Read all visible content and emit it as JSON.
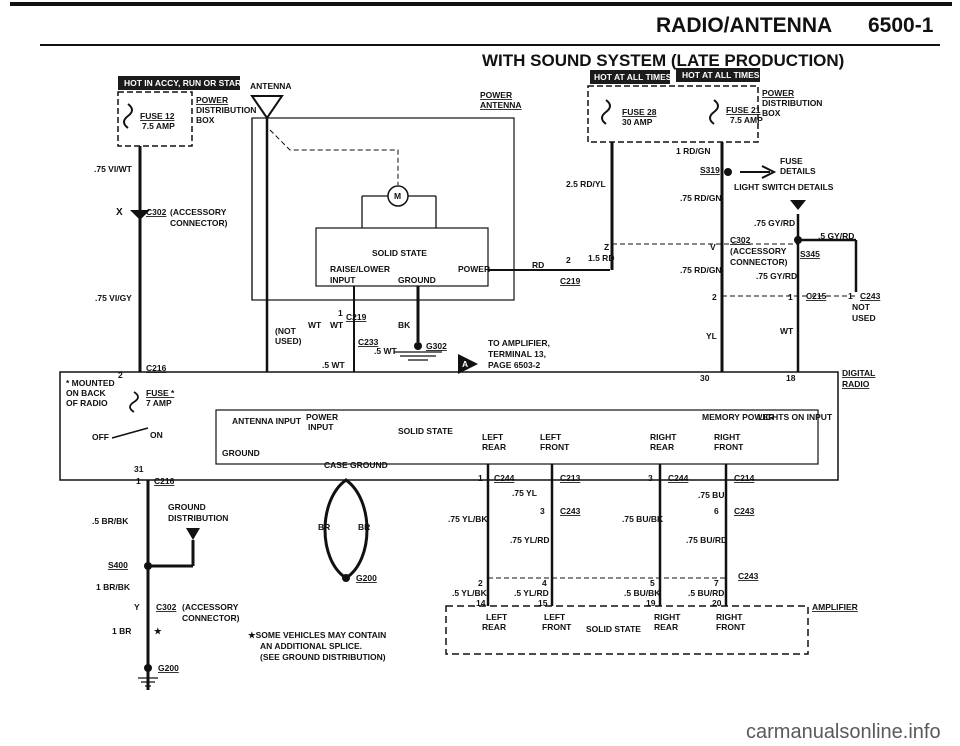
{
  "header": {
    "title": "RADIO/ANTENNA",
    "page": "6500-1",
    "subtitle": "WITH SOUND SYSTEM (LATE PRODUCTION)"
  },
  "tags": {
    "hot_accy": "HOT IN ACCY, RUN OR START",
    "hot_all_1": "HOT AT ALL TIMES",
    "hot_all_2": "HOT AT ALL TIMES"
  },
  "left_fuse": {
    "power": "POWER",
    "distribution": "DISTRIBUTION",
    "box": "BOX",
    "fuse": "FUSE 12",
    "amp": "7.5 AMP"
  },
  "right_fuse": {
    "power": "POWER",
    "distribution": "DISTRIBUTION",
    "box": "BOX",
    "fuse28": "FUSE 28",
    "amp28": "30 AMP",
    "fuse21": "FUSE 21",
    "amp21": "7.5 AMP"
  },
  "antenna": {
    "label": "ANTENNA",
    "power_antenna_1": "POWER",
    "power_antenna_2": "ANTENNA",
    "solid_state": "SOLID STATE",
    "raise_lower": "RAISE/LOWER",
    "input": "INPUT",
    "ground": "GROUND",
    "power": "POWER",
    "motor": "M"
  },
  "wires": {
    "w75viwt": ".75 VI/WT",
    "w75vigy": ".75 VI/GY",
    "w25rdyl": "2.5 RD/YL",
    "w1rdgn": "1 RD/GN",
    "w75rdgn1": ".75 RD/GN",
    "w75rdgn2": ".75 RD/GN",
    "w75gyrd1": ".75 GY/RD",
    "w75gyrd2": ".75 GY/RD",
    "w5gyrd": ".5 GY/RD",
    "w15rd": "1.5 RD",
    "wrd": "RD",
    "wwt": "WT",
    "wwt2": "WT",
    "w5wt1": ".5 WT",
    "w5wt2": ".5 WT",
    "wbk": "BK",
    "wyl": "YL",
    "wwtr": "WT",
    "w5brbk": ".5 BR/BK",
    "w1brbk": "1 BR/BK",
    "w1br": "1 BR",
    "wbr1": "BR",
    "wbr2": "BR",
    "w75yl": ".75 YL",
    "w75ylbk": ".75 YL/BK",
    "w75ylrd": ".75 YL/RD",
    "w75bubk": ".75 BU/BK",
    "w75burd": ".75 BU/RD",
    "w75bu": ".75 BU",
    "w5ylbk": ".5 YL/BK",
    "w5ylrd": ".5 YL/RD",
    "w5bubk": ".5 BU/BK",
    "w5burd": ".5 BU/RD"
  },
  "connectors": {
    "x": "X",
    "c302": "C302",
    "accessory": "(ACCESSORY",
    "connector": "CONNECTOR)",
    "c219a": "C219",
    "c219b": "C219",
    "c233": "C233",
    "g302": "G302",
    "c216a": "C216",
    "c216b": "C216",
    "s319": "S319",
    "s345": "S345",
    "c302r": "C302",
    "c215": "C215",
    "c243a": "C243",
    "not": "NOT",
    "used": "USED",
    "not_used": "(NOT",
    "used2": "USED)",
    "z": "Z",
    "v": "V",
    "two": "2",
    "one": "1",
    "pin2a": "2",
    "pin1": "1",
    "pin1b": "1",
    "c244a": "C244",
    "c213": "C213",
    "c244b": "C244",
    "c214": "C214",
    "c243b": "C243",
    "c243c": "C243",
    "c243d": "C243",
    "s400": "S400",
    "g200a": "G200",
    "g200b": "G200",
    "y": "Y",
    "c302b": "C302",
    "p1": "1",
    "p3": "3",
    "p3b": "3",
    "p6": "6",
    "p2": "2",
    "p4": "4",
    "p5": "5",
    "p7": "7",
    "p14": "14",
    "p15": "15",
    "p19": "19",
    "p20": "20",
    "p30": "30",
    "p18": "18",
    "p31": "31",
    "p2b": "2",
    "p1c": "1"
  },
  "fuse_details": {
    "fuse": "FUSE",
    "details": "DETAILS",
    "light_switch": "LIGHT SWITCH DETAILS"
  },
  "amp_note": {
    "to": "TO AMPLIFIER,",
    "terminal": "TERMINAL 13,",
    "page": "PAGE 6503-2",
    "badge": "A"
  },
  "radio": {
    "mounted1": "* MOUNTED",
    "mounted2": "ON BACK",
    "mounted3": "OF RADIO",
    "fuse": "FUSE *",
    "amp": "7 AMP",
    "off": "OFF",
    "on": "ON",
    "antenna_input": "ANTENNA INPUT",
    "power": "POWER",
    "input": "INPUT",
    "solid_state": "SOLID STATE",
    "memory": "MEMORY POWER",
    "lights": "LIGHTS ON INPUT",
    "ground": "GROUND",
    "case_ground": "CASE GROUND",
    "left_rear_1": "LEFT",
    "left_rear_2": "REAR",
    "left_front_1": "LEFT",
    "left_front_2": "FRONT",
    "right_rear_1": "RIGHT",
    "right_rear_2": "REAR",
    "right_front_1": "RIGHT",
    "right_front_2": "FRONT",
    "digital": "DIGITAL",
    "radio": "RADIO"
  },
  "ground_dist": {
    "l1": "GROUND",
    "l2": "DISTRIBUTION"
  },
  "amplifier": {
    "label": "AMPLIFIER",
    "left_rear_1": "LEFT",
    "left_rear_2": "REAR",
    "left_front_1": "LEFT",
    "left_front_2": "FRONT",
    "solid_state": "SOLID STATE",
    "right_rear_1": "RIGHT",
    "right_rear_2": "REAR",
    "right_front_1": "RIGHT",
    "right_front_2": "FRONT"
  },
  "note": {
    "l1": "★SOME VEHICLES MAY CONTAIN",
    "l2": "AN ADDITIONAL SPLICE.",
    "l3": "(SEE GROUND DISTRIBUTION)",
    "star": "★"
  },
  "watermark": "carmanualsonline.info"
}
